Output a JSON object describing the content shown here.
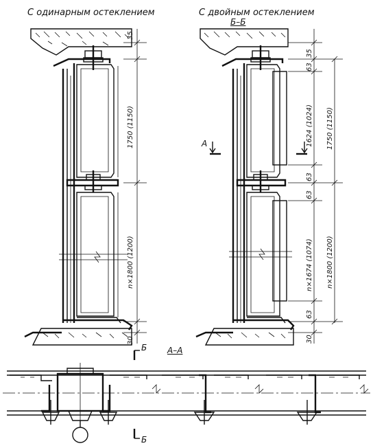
{
  "headings": {
    "left_title": "С одинарным остеклением",
    "right_title": "С двойным остеклением",
    "right_section": "Б–Б",
    "plan_section": "А–А"
  },
  "left_elevation": {
    "dims": {
      "top_gap": "35",
      "upper_span": "1750 (1150)",
      "lower_span": "n×1800 (1200)",
      "bottom_gap": "30"
    }
  },
  "right_elevation": {
    "section_marker": "А",
    "dims": {
      "top_gap": "35",
      "upper_offset": "63",
      "upper_inner": "1624 (1024)",
      "upper_span": "1750 (1150)",
      "mid_offset_a": "63",
      "mid_offset_b": "63",
      "lower_inner": "n×1674 (1074)",
      "lower_span": "n×1800 (1200)",
      "low_offset": "63",
      "bottom_gap": "30"
    }
  },
  "plan": {
    "cut_marker": "Б"
  }
}
